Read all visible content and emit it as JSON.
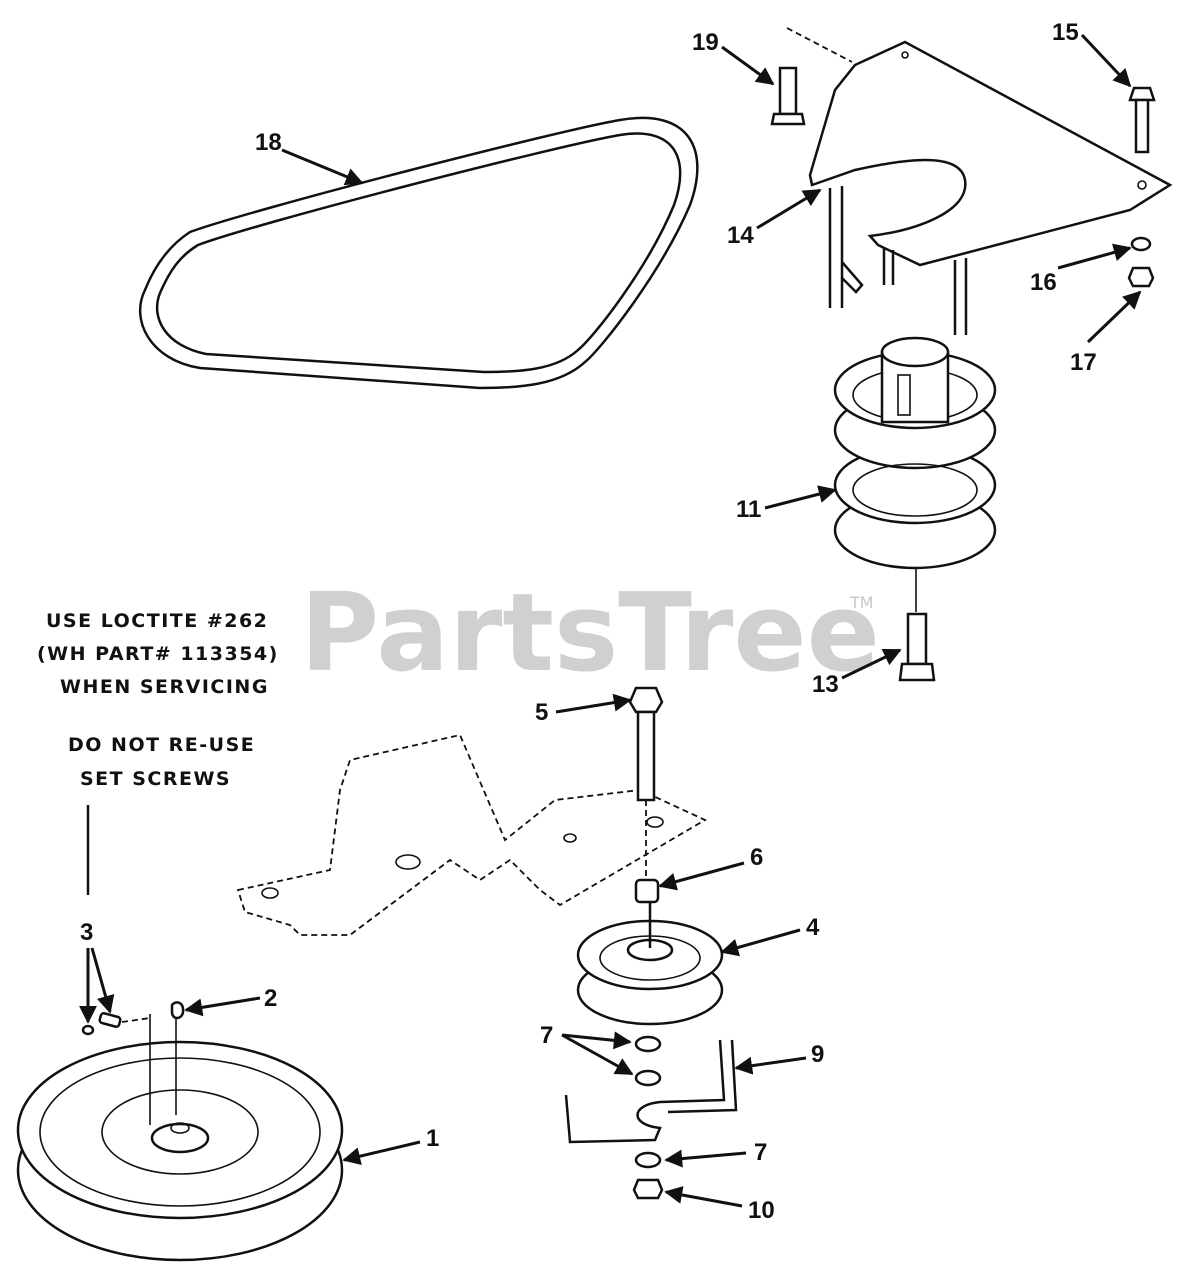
{
  "watermark": {
    "text": "PartsTree",
    "tm": "TM"
  },
  "notes": {
    "loctite": [
      "USE LOCTITE #262",
      "(WH PART# 113354)",
      "WHEN SERVICING"
    ],
    "setscrews": [
      "DO NOT RE-USE",
      "SET SCREWS"
    ]
  },
  "callouts": {
    "c1": "1",
    "c2": "2",
    "c3": "3",
    "c4": "4",
    "c5": "5",
    "c6": "6",
    "c7a": "7",
    "c7b": "7",
    "c9": "9",
    "c10": "10",
    "c11": "11",
    "c13": "13",
    "c14": "14",
    "c15": "15",
    "c16": "16",
    "c17": "17",
    "c18": "18",
    "c19": "19"
  }
}
